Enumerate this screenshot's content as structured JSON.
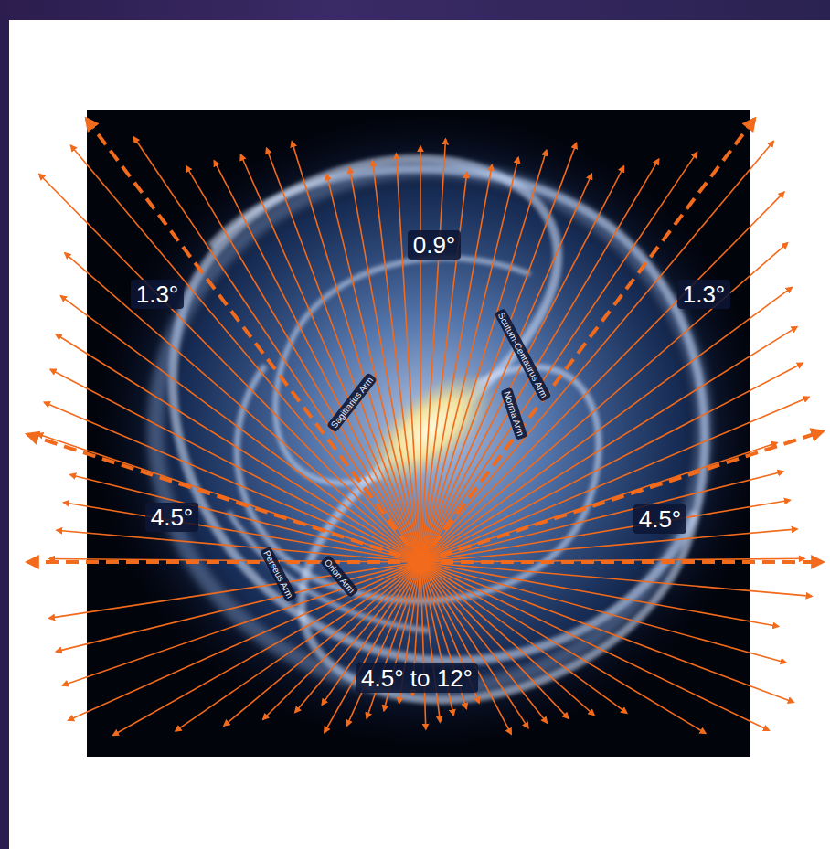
{
  "diagram": {
    "labels": [
      "0.9°",
      "1.3°",
      "1.3°",
      "4.5°",
      "4.5°",
      "4.5° to 12°",
      "Scutum-Centaurus Arm",
      "Norma Arm",
      "Sagittarius Arm",
      "Perseus Arm",
      "Orion Arm"
    ]
  }
}
